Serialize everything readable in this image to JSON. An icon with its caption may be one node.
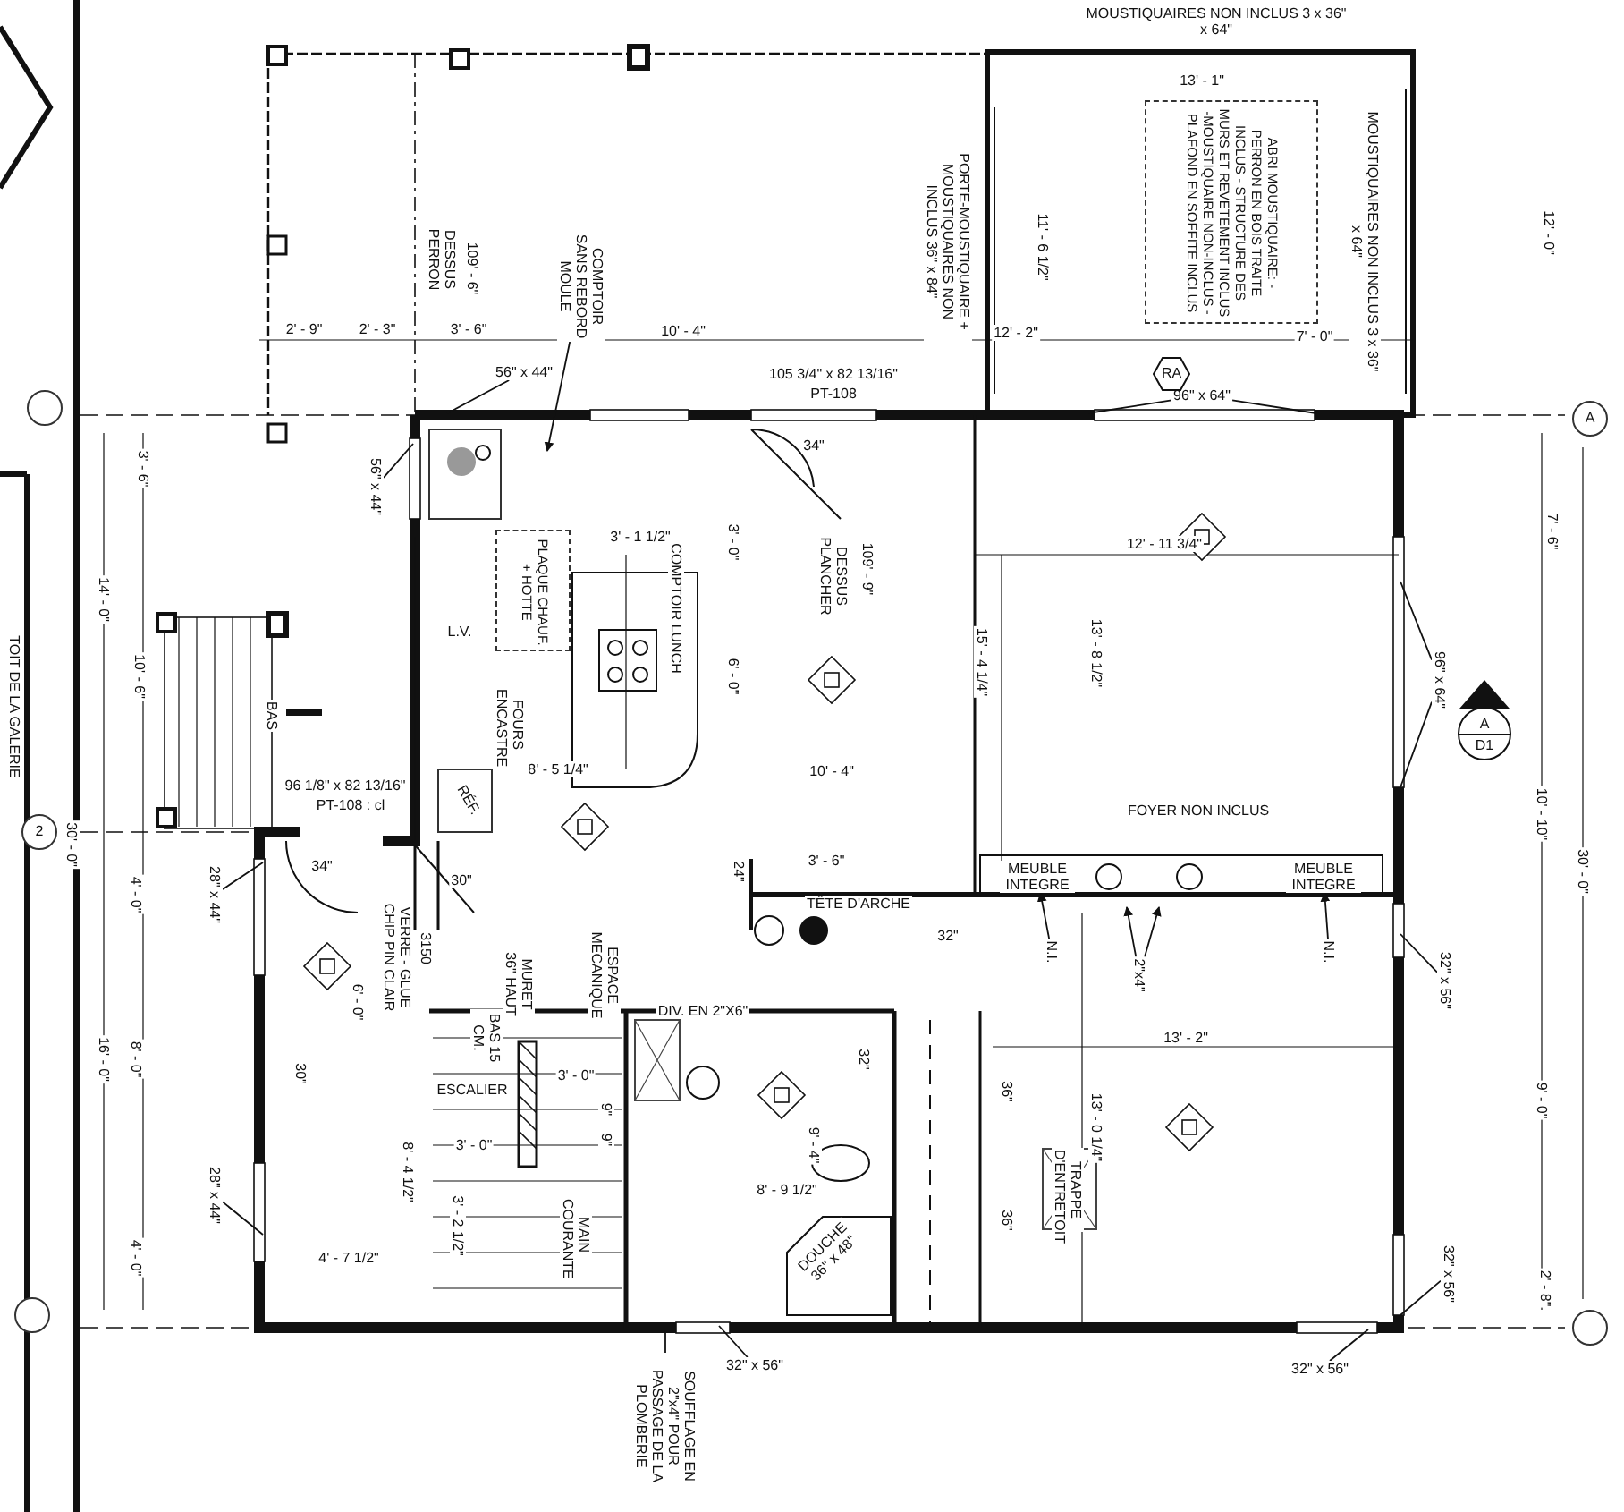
{
  "diagram": {
    "nodes": [
      {
        "text": [
          "ABRI MOUSTIQUAIRE: - PERRON EN BOIS TRAITE INCLUS - STRUCTURE DES MURS ET REVETEMENT INCLUS -MOUSTIQUAIRE NON-INCLUS -PLAFOND EN SOFFITE INCLUS"
        ]
      },
      {
        "text": [
          "56\" x 44\""
        ]
      },
      {
        "text": [
          "56\" x 44\""
        ]
      },
      {
        "text": [
          "96\" x 64\""
        ]
      },
      {
        "text": [
          "RA"
        ]
      },
      {
        "text": [
          "28\" x 44\""
        ]
      },
      {
        "text": [
          "28\" x 44\""
        ]
      },
      {
        "text": [
          "96\" x 64\""
        ]
      },
      {
        "text": [
          "32\" x 56\""
        ]
      },
      {
        "text": [
          "32\" x 56\""
        ]
      },
      {
        "text": [
          "32\" x 56\""
        ]
      },
      {
        "text": [
          "32\" x 56\""
        ]
      },
      {
        "text": [
          "COMPTOIR SANS REBORD MOULE"
        ]
      },
      {
        "text": [
          "N.I."
        ]
      },
      {
        "text": [
          "N.I."
        ]
      },
      {
        "text": [
          "2\"x4\""
        ]
      },
      {
        "text": [
          "SOUFFLAGE EN 2\"x4\" POUR PASSAGE DE LA PLOMBERIE"
        ]
      },
      {
        "text": [
          "A",
          "D1"
        ]
      },
      {
        "text": [],
        "shape": "circle"
      },
      {
        "text": [
          "2"
        ]
      },
      {
        "text": [],
        "shape": "circle"
      },
      {
        "text": [
          "A"
        ]
      },
      {
        "text": [],
        "shape": "circle"
      },
      {
        "text": [
          "MEUBLE INTEGRE"
        ]
      },
      {
        "text": [
          "MEUBLE INTEGRE"
        ]
      },
      {
        "text": [
          "PLAQUE CHAUF. + HOTTE"
        ]
      }
    ],
    "edges": [
      {
        "from": 1,
        "to": null,
        "arrow": "none"
      },
      {
        "from": 2,
        "to": null,
        "arrow": "none"
      },
      {
        "from": 3,
        "to": null,
        "arrow": "none"
      },
      {
        "from": 3,
        "to": null,
        "arrow": "none"
      },
      {
        "from": 5,
        "to": null,
        "arrow": "none"
      },
      {
        "from": 6,
        "to": null,
        "arrow": "none"
      },
      {
        "from": 7,
        "to": null,
        "arrow": "none"
      },
      {
        "from": 7,
        "to": null,
        "arrow": "none"
      },
      {
        "from": 8,
        "to": null,
        "arrow": "none"
      },
      {
        "from": 9,
        "to": null,
        "arrow": "none"
      },
      {
        "from": 10,
        "to": null,
        "arrow": "none"
      },
      {
        "from": 11,
        "to": null,
        "arrow": "none"
      },
      {
        "from": 12,
        "to": null,
        "arrow": "to"
      },
      {
        "from": 13,
        "to": 23,
        "arrow": "to"
      },
      {
        "from": 14,
        "to": 24,
        "arrow": "to"
      },
      {
        "from": 15,
        "to": null,
        "arrow": "to"
      },
      {
        "from": 15,
        "to": null,
        "arrow": "to"
      },
      {
        "from": 16,
        "to": null,
        "arrow": "none"
      }
    ],
    "labels": [
      "MOUSTIQUAIRES NON INCLUS 3 x 36\" x 64\"",
      "13' - 1\"",
      "PORTE-MOUSTIQUAIRE + MOUSTIQUAIRES NON INCLUS 36\" x 84\"",
      "11' - 6 1/2\"",
      "MOUSTIQUAIRES NON INCLUS 3 x 36\" x 64\"",
      "12' - 0\"",
      "DESSUS PERRON",
      "109' - 6\"",
      "2' - 9\"",
      "2' - 3\"",
      "3' - 6\"",
      "10' - 4\"",
      "12' - 2\"",
      "7' - 0\"",
      "105 3/4\" x 82 13/16\"",
      "PT-108",
      "34\"",
      "3' - 6\"",
      "14' - 0\"",
      "3' - 1 1/2\"",
      "3' - 0\"",
      "COMPTOIR LUNCH",
      "L.V.",
      "DESSUS PLANCHER",
      "109' - 9\"",
      "12' - 11 3/4\"",
      "7' - 6\"",
      "15' - 4 1/4\"",
      "13' - 8 1/2\"",
      "10' - 6\"",
      "6' - 0\"",
      "TOIT DE LA GALERIE",
      "BAS",
      "FOURS ENCASTRE",
      "8' - 5 1/4\"",
      "10' - 4\"",
      "96 1/8\" x 82 13/16\"",
      "PT-108 : cl",
      "RÉF.",
      "FOYER NON INCLUS",
      "10' - 10\"",
      "30' - 0\"",
      "30' - 0\"",
      "4' - 0\"",
      "3' - 6\"",
      "24\"",
      "34\"",
      "30\"",
      "TÊTE D'ARCHE",
      "32\"",
      "3150",
      "VERRE - GLUE CHIP PIN CLAIR",
      "6' - 0\"",
      "MURET 36\" HAUT",
      "ESPACE MECANIQUE",
      "DIV. EN 2\"X6\"",
      "16' - 0\"",
      "8' - 0\"",
      "BAS 15 CM.",
      "30\"",
      "ESCALIER",
      "3' - 0\"",
      "9\"",
      "3' - 0\"",
      "9\"",
      "32\"",
      "13' - 2\"",
      "36\"",
      "13' - 0 1/4\"",
      "9' - 0\"",
      "8' - 4 1/2\"",
      "9' - 4\"",
      "8' - 9 1/2\"",
      "TRAPPE D'ENTRETOIT",
      "36\"",
      "3' - 2 1/2\"",
      "MAIN COURANTE",
      "DOUCHE 36\" x 48\"",
      "4' - 0\"",
      "4' - 7 1/2\"",
      "2' - 8\""
    ]
  }
}
